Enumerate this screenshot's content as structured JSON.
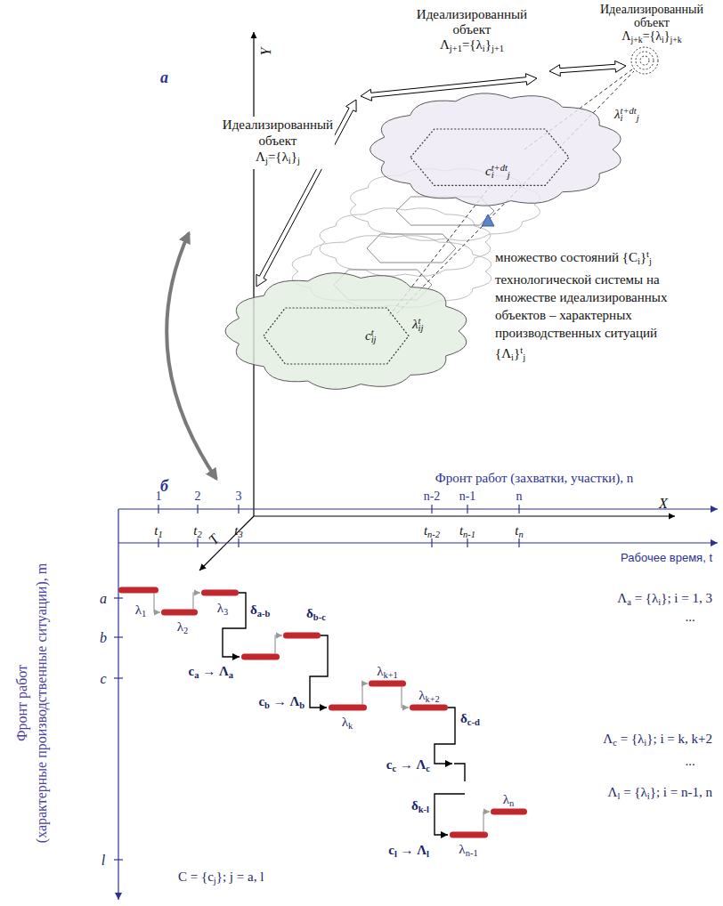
{
  "diagram": {
    "nodes": [
      {
        "text": [
          "λit+dtj"
        ]
      },
      {
        "text": [
          "cit+dtj"
        ],
        "in": 0
      },
      {
        "text": [
          "λitj"
        ]
      },
      {
        "text": [
          "citj"
        ],
        "in": 2
      }
    ],
    "labels": [
      "а",
      "Идеализированный объект Λj+1={λi}j+1",
      "Идеализированный объект Λj+k={λi}j+k",
      "Y",
      "Идеализированный объект Λj={λi}j",
      "множество состояний {Ci}tj технологической системы на множестве идеализированных объектов – характерных производственных ситуаций {Λi}tj",
      "X",
      "T",
      "б",
      "Фронт работ (захватки, участки), n",
      "1",
      "2",
      "3",
      "n-2",
      "n-1",
      "n",
      "t1",
      "t2",
      "t3",
      "tn-2",
      "tn-1",
      "tn",
      "Рабочее время, t",
      "Фронт работ",
      "(характерные производственные ситуации), m",
      "a",
      "b",
      "c",
      "l",
      "λ1",
      "λ2",
      "λ3",
      "δa-b",
      "ca → Λa",
      "δb-c",
      "cb → Λb",
      "λk+1",
      "λk",
      "λk+2",
      "δc-d",
      "cc → Λc",
      "δk-l",
      "λn",
      "λn-1",
      "cl → Λl",
      "Λa = {λi}; i = 1, 3",
      "...",
      "Λc = {λi}; i = k, k+2",
      "...",
      "Λl = {λi}; i = n-1, n",
      "C = {cj}; j = a, l"
    ]
  }
}
